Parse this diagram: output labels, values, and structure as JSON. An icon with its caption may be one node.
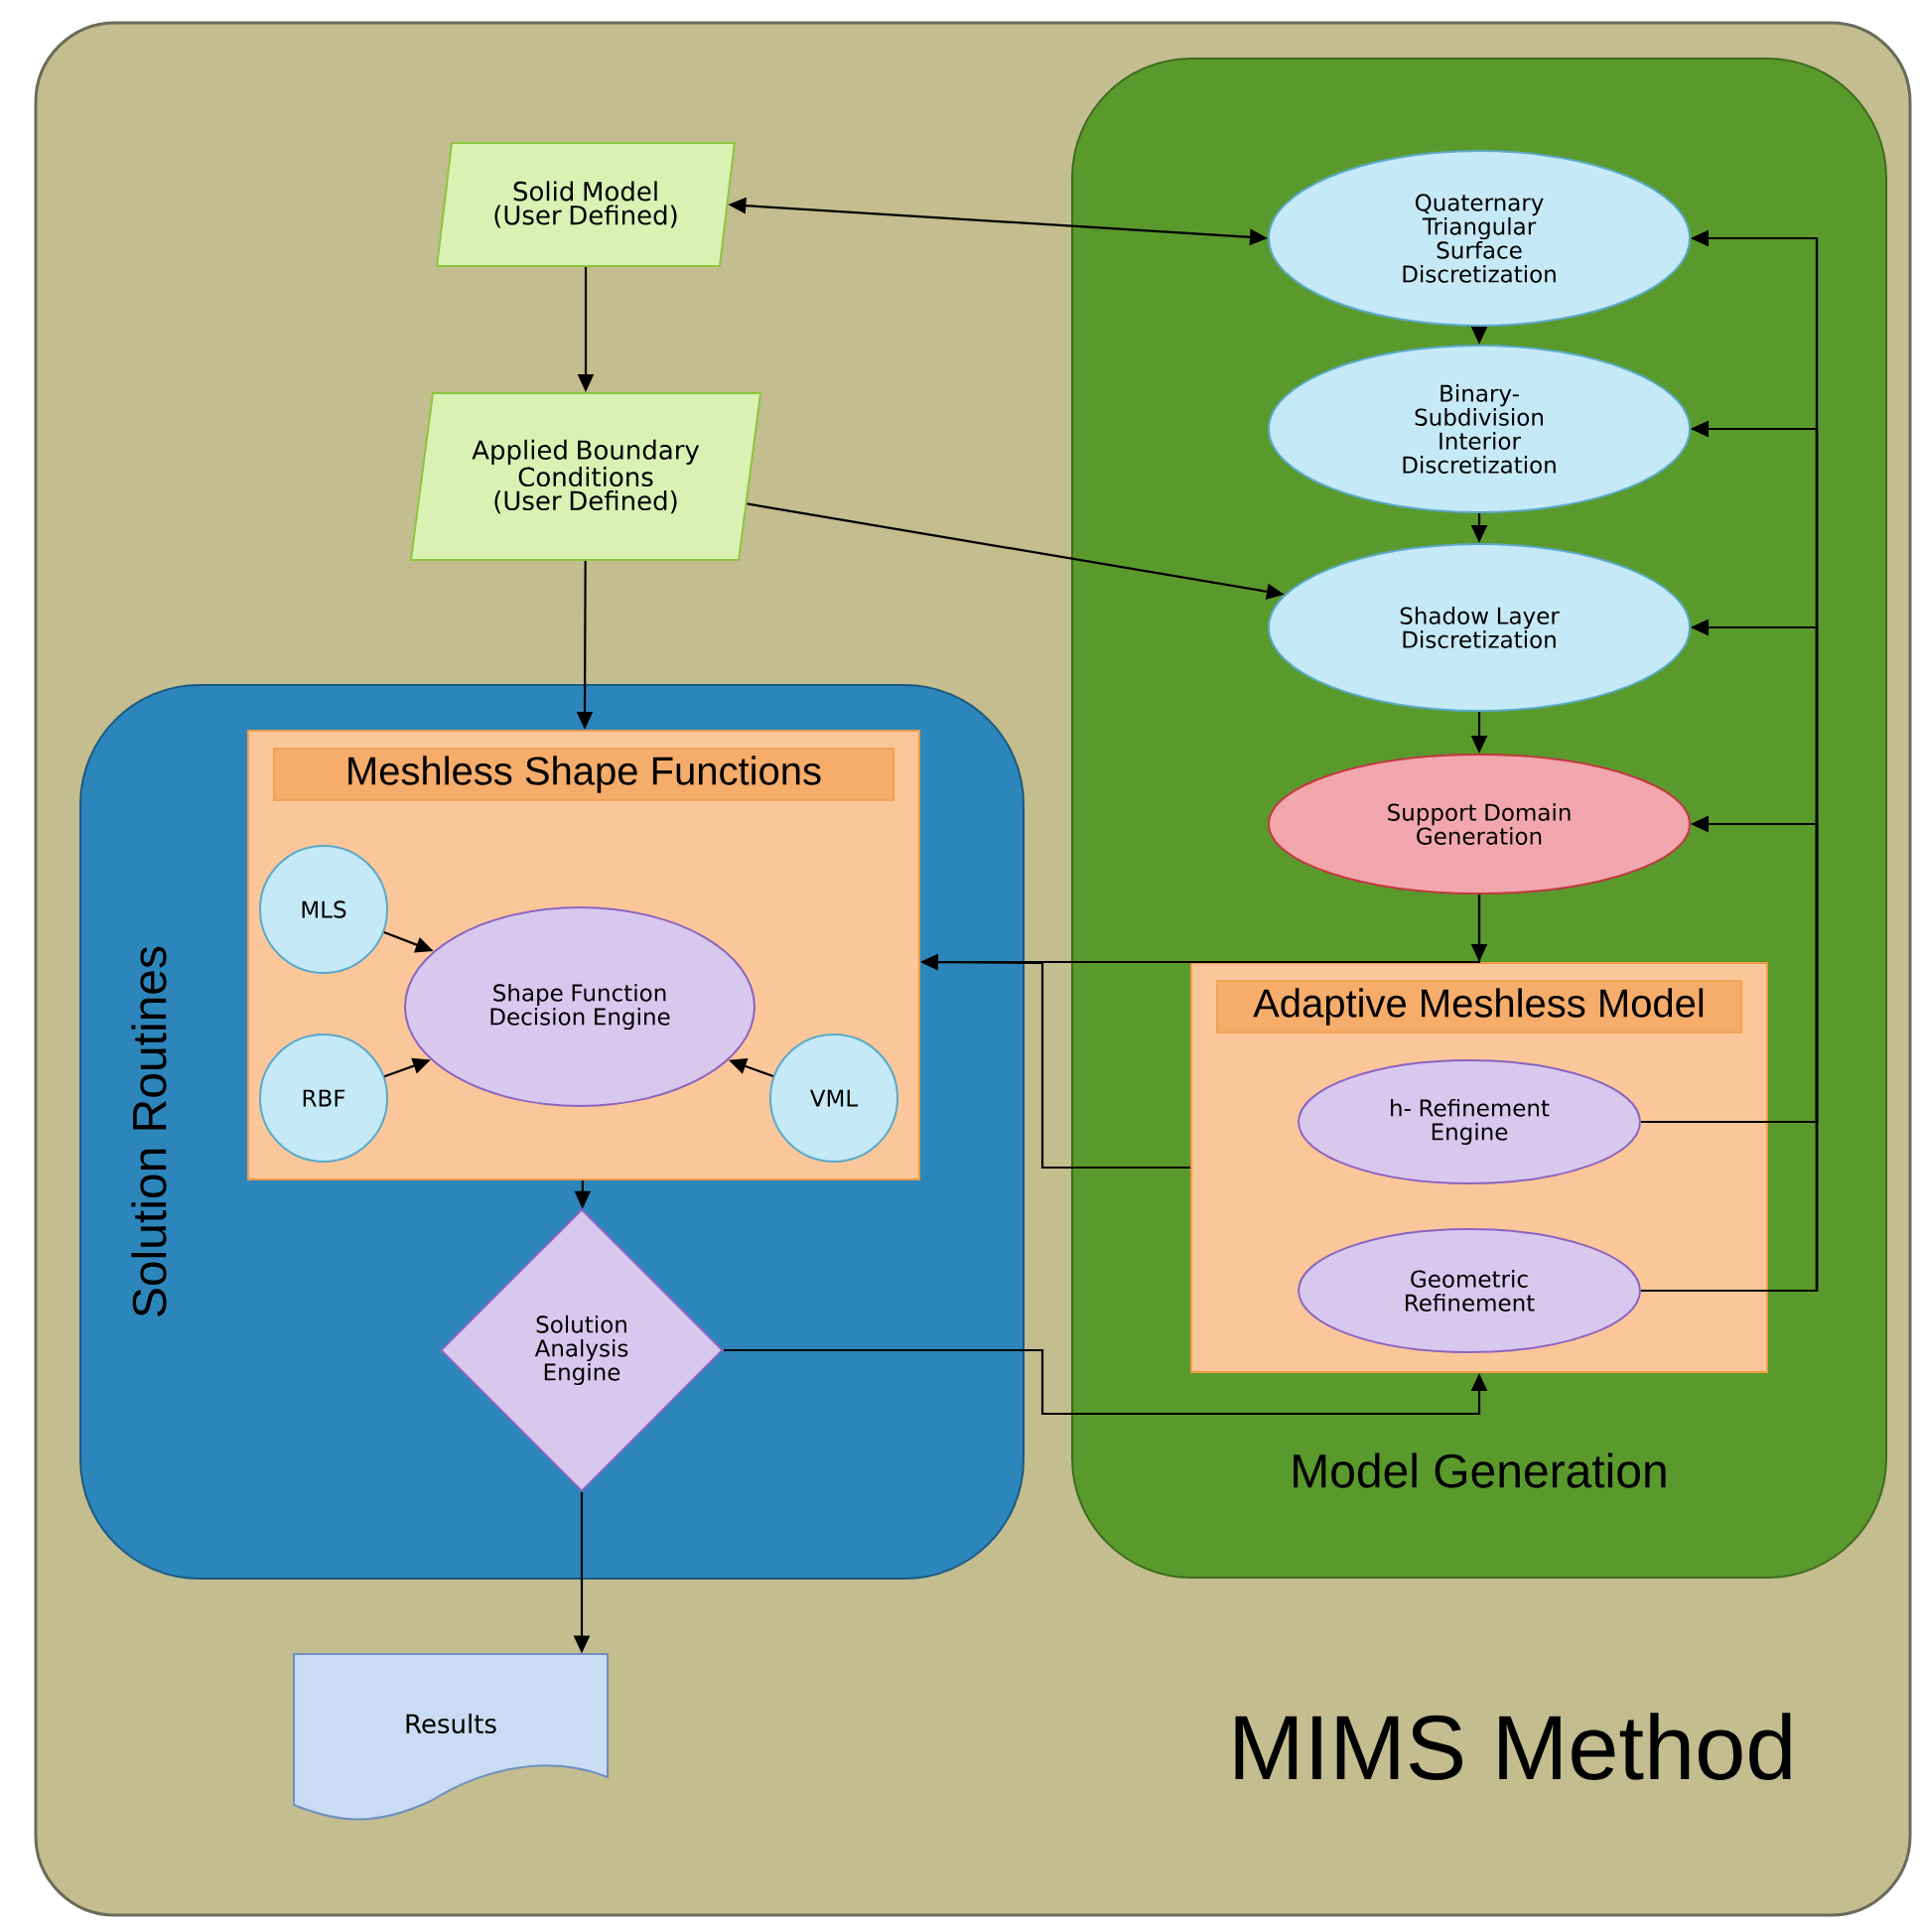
{
  "diagram": {
    "nodes": [
      {
        "text": [
          "MIMS Method"
        ]
      },
      {
        "text": [
          "Model Generation"
        ],
        "in": 0
      },
      {
        "text": [
          "Solution Routines"
        ],
        "in": 0
      },
      {
        "text": [
          "Solid Model (User Defined)"
        ],
        "in": 0
      },
      {
        "text": [
          "Applied Boundary Conditions (User Defined)"
        ],
        "in": 0
      },
      {
        "text": [
          "Quaternary Triangular Surface Discretization"
        ],
        "in": 1
      },
      {
        "text": [
          "Binary-Subdivision Interior Discretization"
        ],
        "in": 1
      },
      {
        "text": [
          "Shadow Layer Discretization"
        ],
        "in": 1
      },
      {
        "text": [
          "Support Domain Generation"
        ],
        "in": 1
      },
      {
        "text": [
          "Adaptive Meshless Model"
        ],
        "in": 1
      },
      {
        "text": [
          "h- Refinement Engine"
        ],
        "in": 9
      },
      {
        "text": [
          "Geometric Refinement"
        ],
        "in": 9
      },
      {
        "text": [
          "Meshless Shape Functions"
        ],
        "in": 2
      },
      {
        "text": [
          "MLS"
        ],
        "in": 12
      },
      {
        "text": [
          "Shape Function Decision Engine"
        ],
        "in": 12
      },
      {
        "text": [
          "RBF"
        ],
        "in": 12
      },
      {
        "text": [
          "VML"
        ],
        "in": 12
      },
      {
        "text": [
          "Solution Analysis Engine"
        ],
        "in": 2
      },
      {
        "text": [
          "Results"
        ],
        "in": 0
      }
    ],
    "edges": [
      {
        "from": 3,
        "to": 5,
        "arrow": "both"
      },
      {
        "from": 3,
        "to": 4,
        "arrow": "to"
      },
      {
        "from": 4,
        "to": 7,
        "arrow": "to"
      },
      {
        "from": 4,
        "to": 12,
        "arrow": "to"
      },
      {
        "from": 5,
        "to": 6,
        "arrow": "to"
      },
      {
        "from": 6,
        "to": 7,
        "arrow": "to"
      },
      {
        "from": 7,
        "to": 8,
        "arrow": "to"
      },
      {
        "from": 8,
        "to": 9,
        "arrow": "to"
      },
      {
        "from": 8,
        "to": 12,
        "arrow": "to"
      },
      {
        "from": 9,
        "to": 12,
        "arrow": "to"
      },
      {
        "from": 10,
        "to": 5,
        "arrow": "to"
      },
      {
        "from": 10,
        "to": 6,
        "arrow": "to"
      },
      {
        "from": 10,
        "to": 7,
        "arrow": "to"
      },
      {
        "from": 10,
        "to": 8,
        "arrow": "to"
      },
      {
        "from": 11,
        "to": 5,
        "arrow": "to"
      },
      {
        "from": 11,
        "to": 6,
        "arrow": "to"
      },
      {
        "from": 11,
        "to": 7,
        "arrow": "to"
      },
      {
        "from": 11,
        "to": 8,
        "arrow": "to"
      },
      {
        "from": 13,
        "to": 14,
        "arrow": "to"
      },
      {
        "from": 15,
        "to": 14,
        "arrow": "to"
      },
      {
        "from": 16,
        "to": 14,
        "arrow": "to"
      },
      {
        "from": 12,
        "to": 17,
        "arrow": "to"
      },
      {
        "from": 17,
        "to": 9,
        "arrow": "to"
      },
      {
        "from": 17,
        "to": 18,
        "arrow": "to"
      }
    ]
  }
}
